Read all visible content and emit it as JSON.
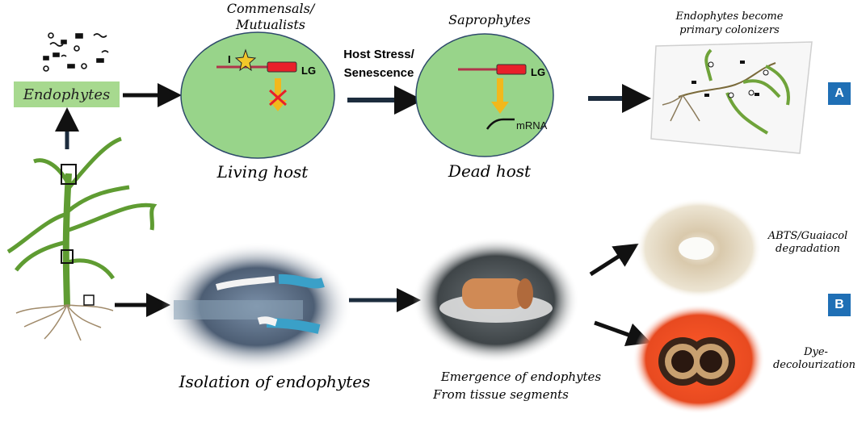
{
  "labels": {
    "endophytes": "Endophytes",
    "commensals_line1": "Commensals/",
    "commensals_line2": "Mutualists",
    "living_host": "Living host",
    "host_stress_line1": "Host Stress/",
    "host_stress_line2": "Senescence",
    "saprophytes": "Saprophytes",
    "dead_host": "Dead host",
    "primary_line1": "Endophytes become",
    "primary_line2": "primary colonizers",
    "isolation": "Isolation of endophytes",
    "emergence_line1": "Emergence of endophytes",
    "emergence_line2": "From tissue segments",
    "abts_line1": "ABTS/Guaiacol",
    "abts_line2": "degradation",
    "dye_line1": "Dye-",
    "dye_line2": "decolourization"
  },
  "cell1": {
    "inhibitor": "I",
    "gene": "LG"
  },
  "cell2": {
    "gene": "LG",
    "transcript": "mRNA"
  },
  "panels": {
    "a": "A",
    "b": "B"
  },
  "colors": {
    "cell_fill": "#98d48a",
    "cell_stroke": "#2e4a6b",
    "gene_red": "#e8202a",
    "dna_line": "#b0344a",
    "arrow_yellow": "#f2b81c",
    "badge_blue": "#1f6fb5",
    "endo_box": "#a7d98f"
  }
}
